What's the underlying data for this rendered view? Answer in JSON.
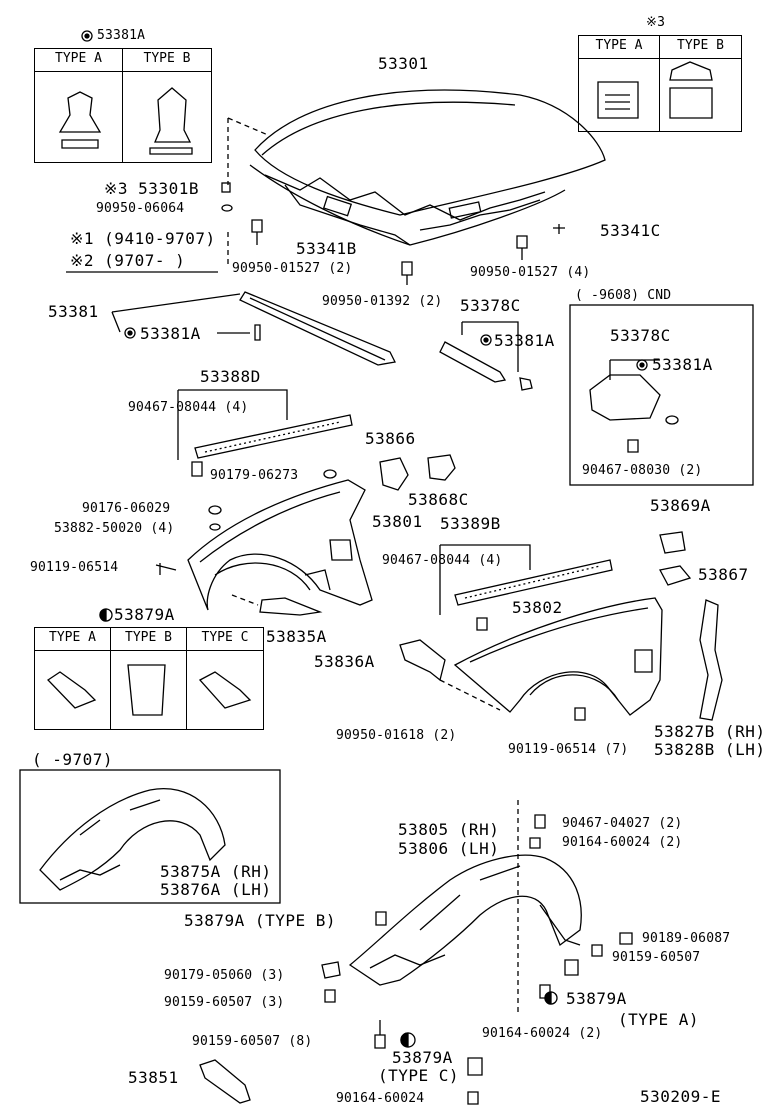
{
  "clip_table": {
    "part_no": "53381A",
    "type_a": "TYPE  A",
    "type_b": "TYPE  B"
  },
  "note3_table": {
    "mark": "※3",
    "type_a": "TYPE  A",
    "type_b": "TYPE  B"
  },
  "retainer_table": {
    "part_no": "53879A",
    "type_a": "TYPE  A",
    "type_b": "TYPE  B",
    "type_c": "TYPE  C"
  },
  "notes": {
    "note1": "※1 (9410-9707)",
    "note2": "※2 (9707-     )"
  },
  "inset_cnd": {
    "title": "(      -9608) CND",
    "labels": [
      "53378C",
      "53381A",
      "90467-08030 (2)"
    ]
  },
  "inset_9707": {
    "title": "(      -9707)",
    "labels": [
      "53875A (RH)",
      "53876A (LH)"
    ]
  },
  "labels": {
    "hood": "53301",
    "p53301B": "※3 53301B",
    "p90950_06064": "90950-06064",
    "p53341B": "53341B",
    "p90950_01527_2": "90950-01527 (2)",
    "p90950_01392": "90950-01392 (2)",
    "p90950_01527_4": "90950-01527 (4)",
    "p53341C": "53341C",
    "p53381": "53381",
    "p53381A_a": "53381A",
    "p53378C": "53378C",
    "p53381A_b": "53381A",
    "p53388D": "53388D",
    "p90467_08044_a": "90467-08044 (4)",
    "p90179_06273": "90179-06273",
    "p53866": "53866",
    "p53868C": "53868C",
    "p90176_06029": "90176-06029",
    "p53882_50020": "53882-50020 (4)",
    "p53801": "53801",
    "p90119_06514_a": "90119-06514",
    "p53389B": "53389B",
    "p90467_08044_b": "90467-08044 (4)",
    "p53869A": "53869A",
    "p53867": "53867",
    "p53835A": "53835A",
    "p53802": "53802",
    "p53836A": "53836A",
    "p90950_01618": "90950-01618 (2)",
    "p90119_06514_b": "90119-06514 (7)",
    "p53827B": "53827B (RH)",
    "p53828B": "53828B (LH)",
    "p90467_04027": "90467-04027 (2)",
    "p90164_60024_a": "90164-60024 (2)",
    "p53805": "53805 (RH)",
    "p53806": "53806 (LH)",
    "p53879A_b": "53879A (TYPE  B)",
    "p90189_06087": "90189-06087",
    "p90159_60507_a": "90159-60507",
    "p90179_05060": "90179-05060 (3)",
    "p90159_60507_3": "90159-60507 (3)",
    "p53879A_a": "53879A",
    "p53879A_a_type": "(TYPE  A)",
    "p90164_60024_b": "90164-60024 (2)",
    "p90159_60507_8": "90159-60507 (8)",
    "p53879A_c": "53879A",
    "p53879A_c_type": "(TYPE  C)",
    "p53851": "53851",
    "p90164_60024_c": "90164-60024",
    "diagram_id": "530209-E"
  }
}
